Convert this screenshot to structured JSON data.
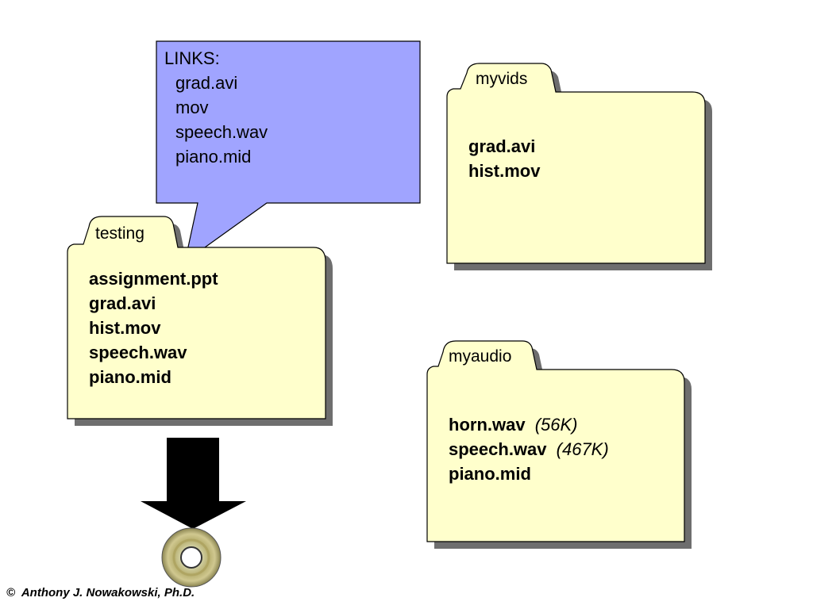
{
  "callout": {
    "title": "LINKS:",
    "items": [
      "grad.avi",
      "mov",
      "speech.wav",
      "piano.mid"
    ],
    "color": "#a0a4ff"
  },
  "folders": {
    "testing": {
      "label": "testing",
      "files": [
        {
          "name": "assignment.ppt"
        },
        {
          "name": "grad.avi"
        },
        {
          "name": "hist.mov"
        },
        {
          "name": "speech.wav"
        },
        {
          "name": "piano.mid"
        }
      ]
    },
    "myvids": {
      "label": "myvids",
      "files": [
        {
          "name": "grad.avi"
        },
        {
          "name": "hist.mov"
        }
      ]
    },
    "myaudio": {
      "label": "myaudio",
      "files": [
        {
          "name": "horn.wav",
          "size": "(56K)"
        },
        {
          "name": "speech.wav",
          "size": "(467K)"
        },
        {
          "name": "piano.mid"
        }
      ]
    }
  },
  "folder_color": "#ffffcc",
  "icons": {
    "arrow": "down-arrow-icon",
    "disc": "cd-disc-icon"
  },
  "footer": {
    "copyright_symbol": "©",
    "author": "Anthony J. Nowakowski, Ph.D."
  }
}
